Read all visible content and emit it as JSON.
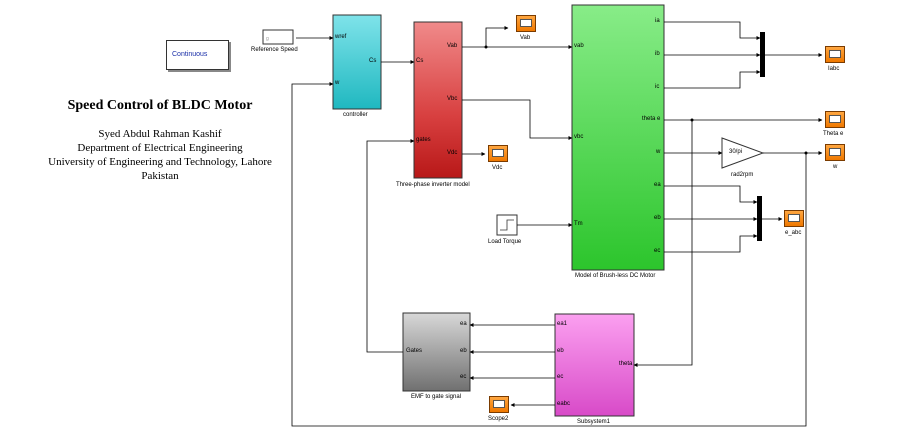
{
  "title": "Speed Control of BLDC Motor",
  "author": "Syed Abdul Rahman Kashif",
  "department": "Department of Electrical Engineering",
  "university": "University of Engineering and Technology, Lahore",
  "country": "Pakistan",
  "powergui": {
    "label": "Continuous"
  },
  "reference_speed": {
    "label": "Reference Speed"
  },
  "controller": {
    "label": "controller",
    "in1": "wref",
    "in2": "w",
    "out": "Cs"
  },
  "inverter": {
    "label": "Three-phase inverter model",
    "in1": "Cs",
    "in2": "gates",
    "out1": "Vab",
    "out2": "Vbc",
    "out3": "Vdc"
  },
  "motor": {
    "label": "Model of Brush-less DC Motor",
    "in1": "vab",
    "in2": "vbc",
    "in3": "Tm",
    "outs": [
      "ia",
      "ib",
      "ic",
      "theta e",
      "w",
      "ea",
      "eb",
      "ec"
    ]
  },
  "load_torque": {
    "label": "Load Torque"
  },
  "scopes": {
    "vab": "Vab",
    "vdc": "Vdc",
    "iabc": "Iabc",
    "theta": "Theta e",
    "w": "w",
    "eabc": "e_abc",
    "scope2": "Scope2"
  },
  "gain": {
    "value": "30/pi",
    "label": "rad2rpm"
  },
  "emf_gate": {
    "label": "EMF to gate signal",
    "in1": "ea",
    "in2": "eb",
    "in3": "ec",
    "out": "Gates"
  },
  "subsystem": {
    "label": "Subsystem1",
    "out1": "ea1",
    "out2": "eb",
    "out3": "ec",
    "out4": "eabc",
    "in": "theta"
  },
  "colors": {
    "controller": "#3cc9d0",
    "inverter": "#e0585a",
    "motor": "#6ee070",
    "emf": "#b0b0b0",
    "subsystem": "#f07ae0",
    "scope": "#f08a1c"
  }
}
